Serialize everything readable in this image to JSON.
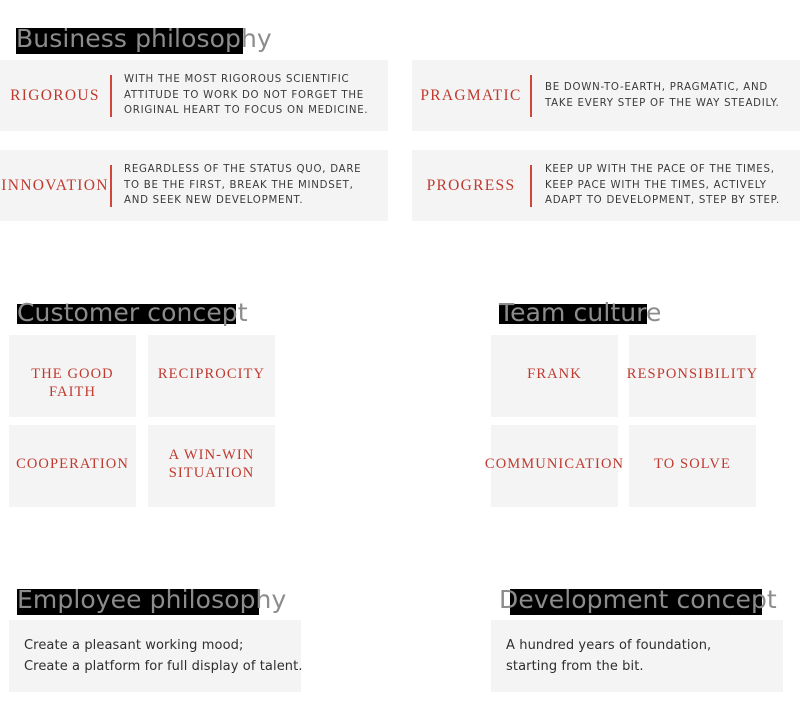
{
  "theme": {
    "page_bg": "#ffffff",
    "card_bg": "#f4f4f4",
    "accent_red": "#c0392f",
    "divider_red": "#d2453c",
    "heading_gray": "#8c8c8c",
    "highlight_black": "#000000",
    "body_gray": "#3a3a3a"
  },
  "sections": {
    "business_philosophy": {
      "title": "Business philosophy",
      "cards": [
        {
          "label": "RIGOROUS",
          "lines": [
            "WITH THE MOST RIGOROUS SCIENTIFIC",
            "ATTITUDE TO WORK DO NOT FORGET THE",
            "ORIGINAL HEART TO FOCUS ON MEDICINE."
          ]
        },
        {
          "label": "PRAGMATIC",
          "lines": [
            "BE DOWN-TO-EARTH, PRAGMATIC, AND",
            "TAKE EVERY STEP OF THE WAY STEADILY."
          ]
        },
        {
          "label": "INNOVATION",
          "lines": [
            "REGARDLESS OF THE STATUS QUO, DARE",
            "TO BE THE FIRST, BREAK THE MINDSET,",
            "AND SEEK NEW DEVELOPMENT."
          ]
        },
        {
          "label": "PROGRESS",
          "lines": [
            "KEEP UP WITH THE PACE OF THE TIMES,",
            "KEEP PACE WITH THE TIMES, ACTIVELY",
            "ADAPT TO DEVELOPMENT, STEP BY STEP."
          ]
        }
      ]
    },
    "customer_concept": {
      "title": "Customer concept",
      "tiles": [
        {
          "lines": [
            "THE GOOD FAITH"
          ]
        },
        {
          "lines": [
            "RECIPROCITY"
          ]
        },
        {
          "lines": [
            "COOPERATION"
          ]
        },
        {
          "lines": [
            "A WIN-WIN",
            "SITUATION"
          ]
        }
      ]
    },
    "team_culture": {
      "title": "Team culture",
      "tiles": [
        {
          "lines": [
            "FRANK"
          ]
        },
        {
          "lines": [
            "RESPONSIBILITY"
          ]
        },
        {
          "lines": [
            "COMMUNICATION"
          ]
        },
        {
          "lines": [
            "TO SOLVE"
          ]
        }
      ]
    },
    "employee_philosophy": {
      "title": "Employee philosophy",
      "lines": [
        "Create a pleasant working mood;",
        "Create a platform for full display of talent."
      ]
    },
    "development_concept": {
      "title": "Development concept",
      "lines": [
        "A hundred years of foundation,",
        "starting from the bit."
      ]
    }
  }
}
